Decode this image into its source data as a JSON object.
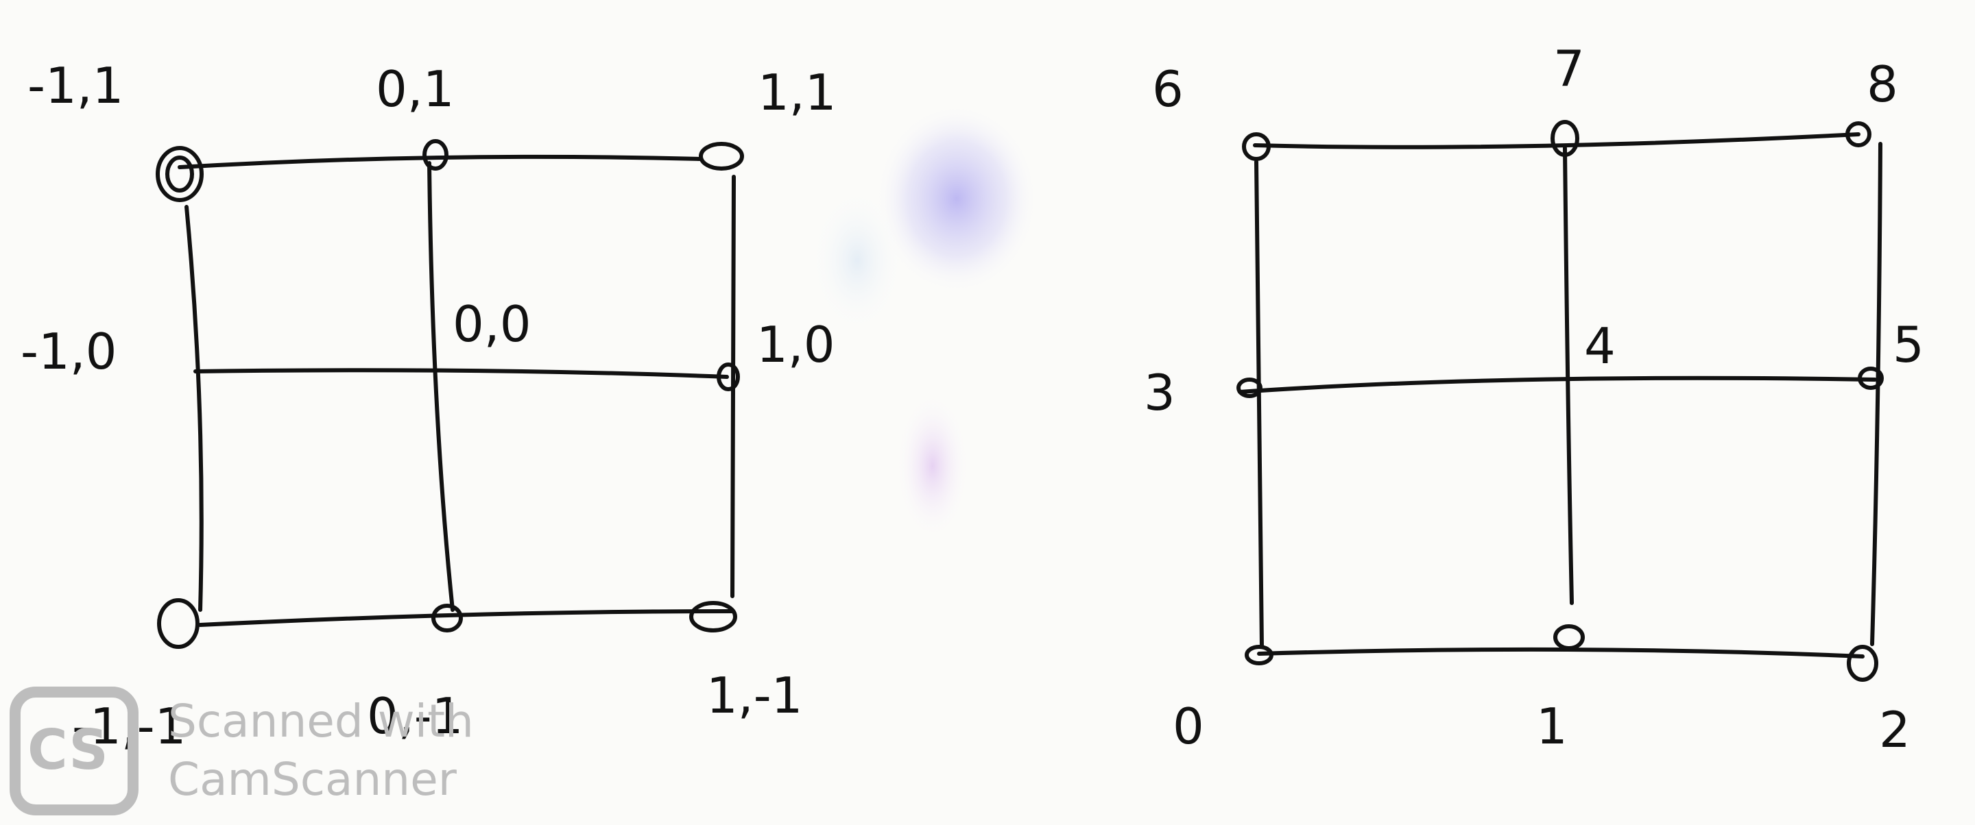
{
  "diagram_left": {
    "node_labels": {
      "top_left": "-1,1",
      "top_mid": "0,1",
      "top_right": "1,1",
      "mid_left": "-1,0",
      "center": "0,0",
      "mid_right": "1,0",
      "bottom_left": "-1,-1",
      "bottom_mid": "0,-1",
      "bottom_right": "1,-1"
    }
  },
  "diagram_right": {
    "node_labels": {
      "n6": "6",
      "n7": "7",
      "n8": "8",
      "n3": "3",
      "n4": "4",
      "n5": "5",
      "n0": "0",
      "n1": "1",
      "n2": "2"
    }
  },
  "watermark": {
    "logo": "CS",
    "line1": "Scanned with",
    "line2": "CamScanner"
  },
  "colors": {
    "ink": "#111111",
    "paper": "#fbfbf9",
    "watermark": "#bdbdbd",
    "smudge": "#b9b4f2"
  }
}
